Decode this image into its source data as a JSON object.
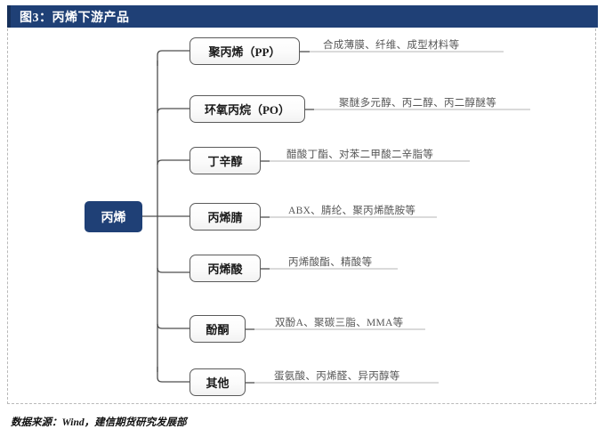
{
  "header": {
    "title": "图3：丙烯下游产品",
    "bar_color": "#1f4076"
  },
  "diagram": {
    "type": "tree",
    "root": {
      "label": "丙烯",
      "fill": "#1f4076",
      "text_color": "#ffffff"
    },
    "branches": [
      {
        "label": "聚丙烯（PP）",
        "products": "合成薄膜、纤维、成型材料等"
      },
      {
        "label": "环氧丙烷（PO）",
        "products": "聚醚多元醇、丙二醇、丙二醇醚等"
      },
      {
        "label": "丁辛醇",
        "products": "醋酸丁酯、对苯二甲酸二辛脂等"
      },
      {
        "label": "丙烯腈",
        "products": "ABX、腈纶、聚丙烯酰胺等"
      },
      {
        "label": "丙烯酸",
        "products": "丙烯酸酯、精酸等"
      },
      {
        "label": "酚酮",
        "products": "双酚A、聚碳三脂、MMA等"
      },
      {
        "label": "其他",
        "products": "蛋氨酸、丙烯醛、异丙醇等"
      }
    ],
    "node_border_color": "#5a5a5a",
    "connector_color": "#4d4d4d",
    "annotation_color": "#565656"
  },
  "footer": {
    "source": "数据来源：Wind，建信期货研究发展部"
  }
}
